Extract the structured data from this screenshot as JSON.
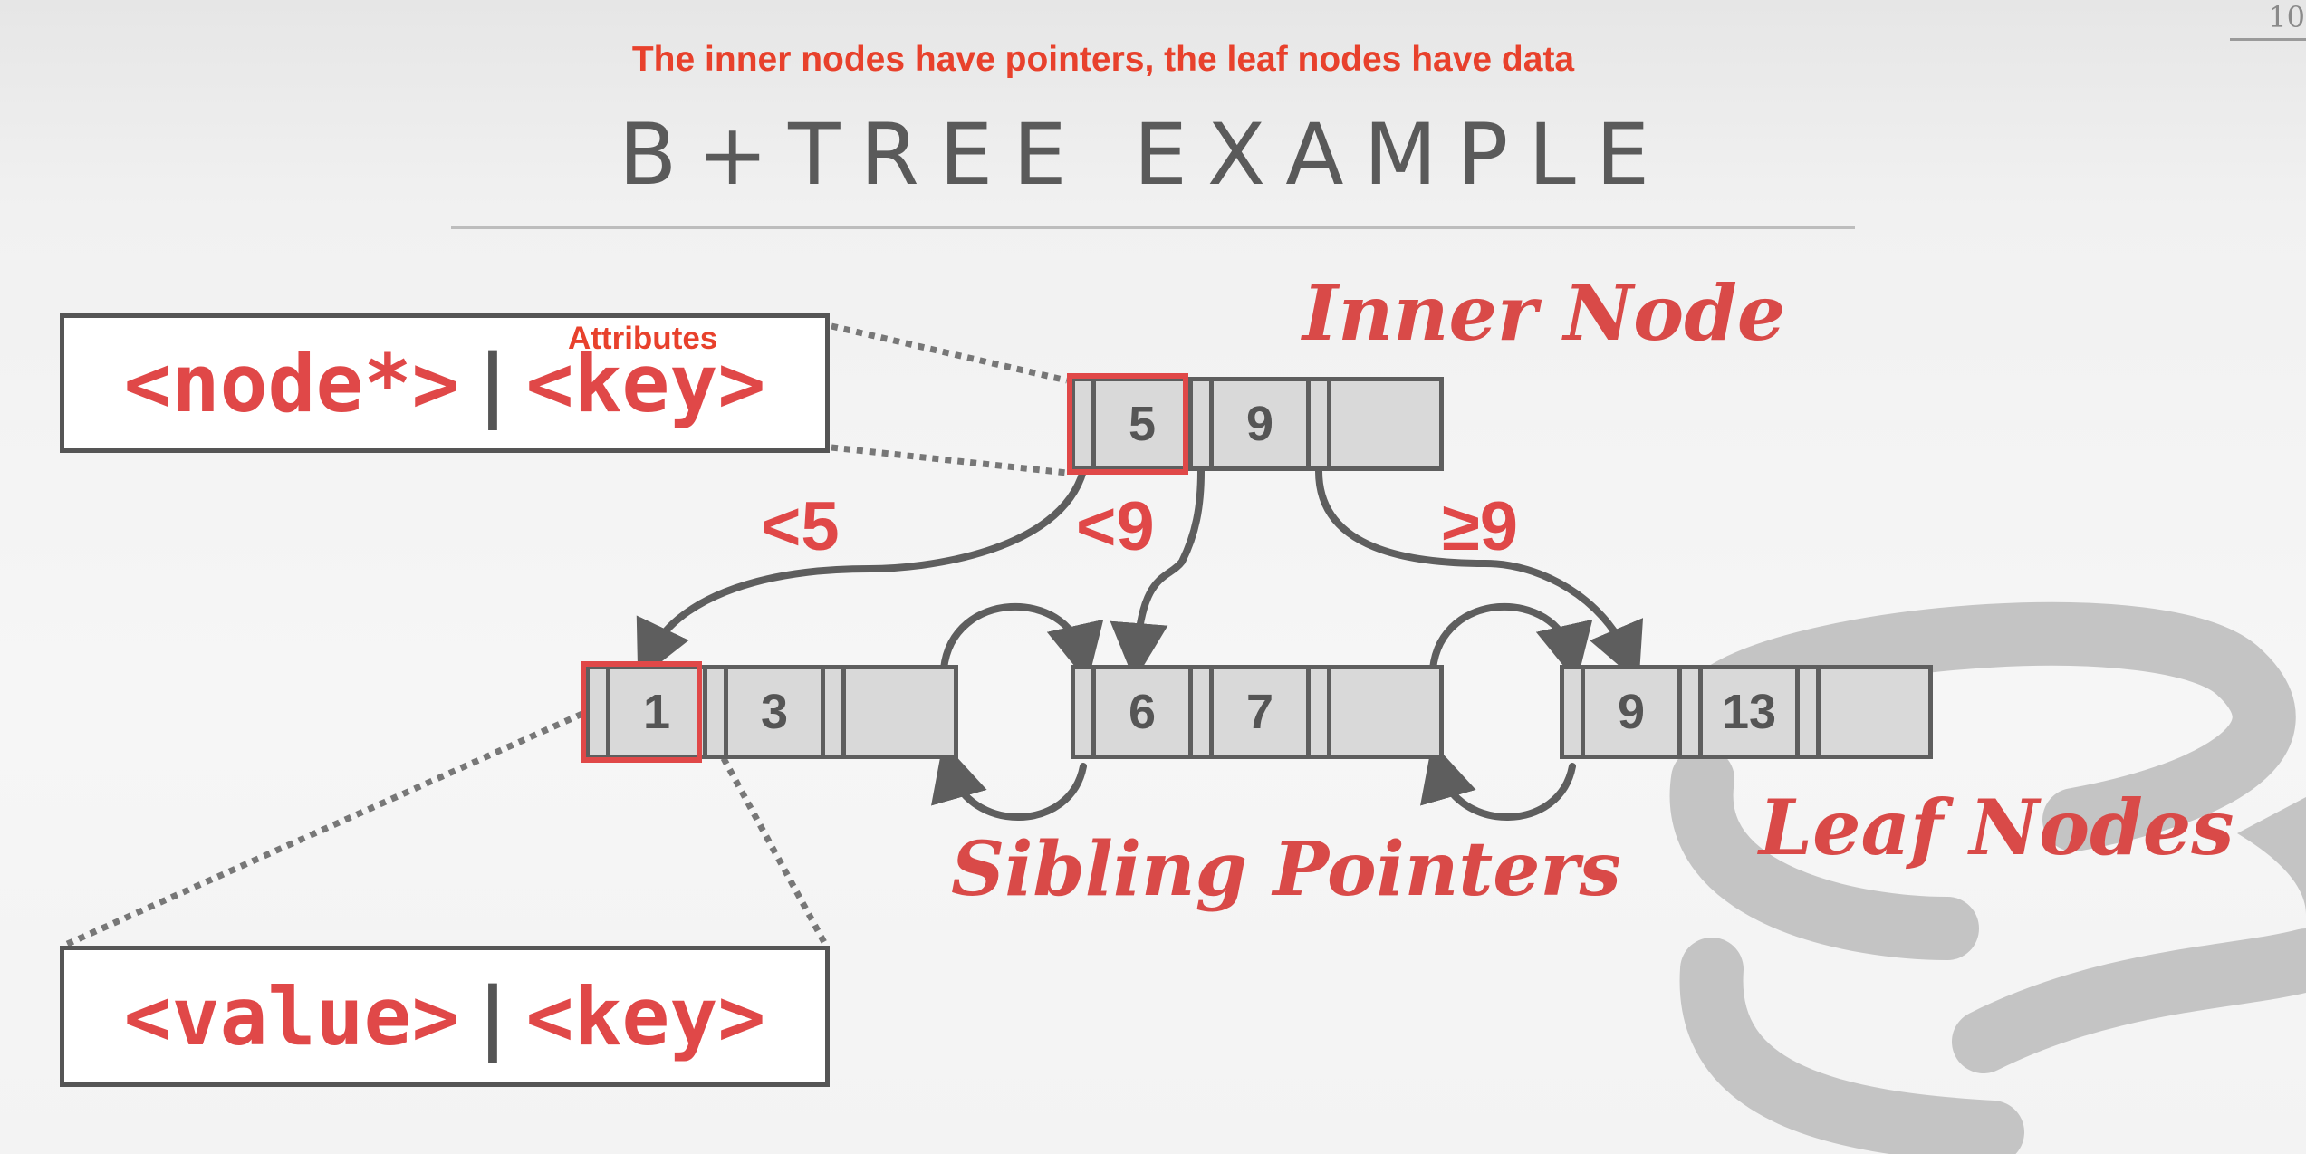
{
  "slide": {
    "number": "10",
    "subtitle": "The inner nodes have pointers, the leaf nodes have data",
    "title": "B+TREE EXAMPLE"
  },
  "legend": {
    "inner_entry": {
      "left": "<node*>",
      "separator": "|",
      "right": "<key>"
    },
    "leaf_entry": {
      "left": "<value>",
      "separator": "|",
      "right": "<key>"
    },
    "attributes_label": "Attributes"
  },
  "tree": {
    "inner_node_label": "Inner Node",
    "leaf_nodes_label": "Leaf Nodes",
    "sibling_pointers_label": "Sibling Pointers",
    "root": {
      "keys": [
        "5",
        "9",
        ""
      ]
    },
    "leaves": [
      {
        "keys": [
          "1",
          "3",
          ""
        ]
      },
      {
        "keys": [
          "6",
          "7",
          ""
        ]
      },
      {
        "keys": [
          "9",
          "13",
          ""
        ]
      }
    ],
    "edge_labels": [
      "<5",
      "<9",
      "≥9"
    ]
  },
  "colors": {
    "accent_red": "#e04848",
    "subtitle_red": "#e8412c",
    "node_fill": "#d9d9d9",
    "node_border": "#5e5e5e",
    "title_gray": "#5a5a5a"
  }
}
